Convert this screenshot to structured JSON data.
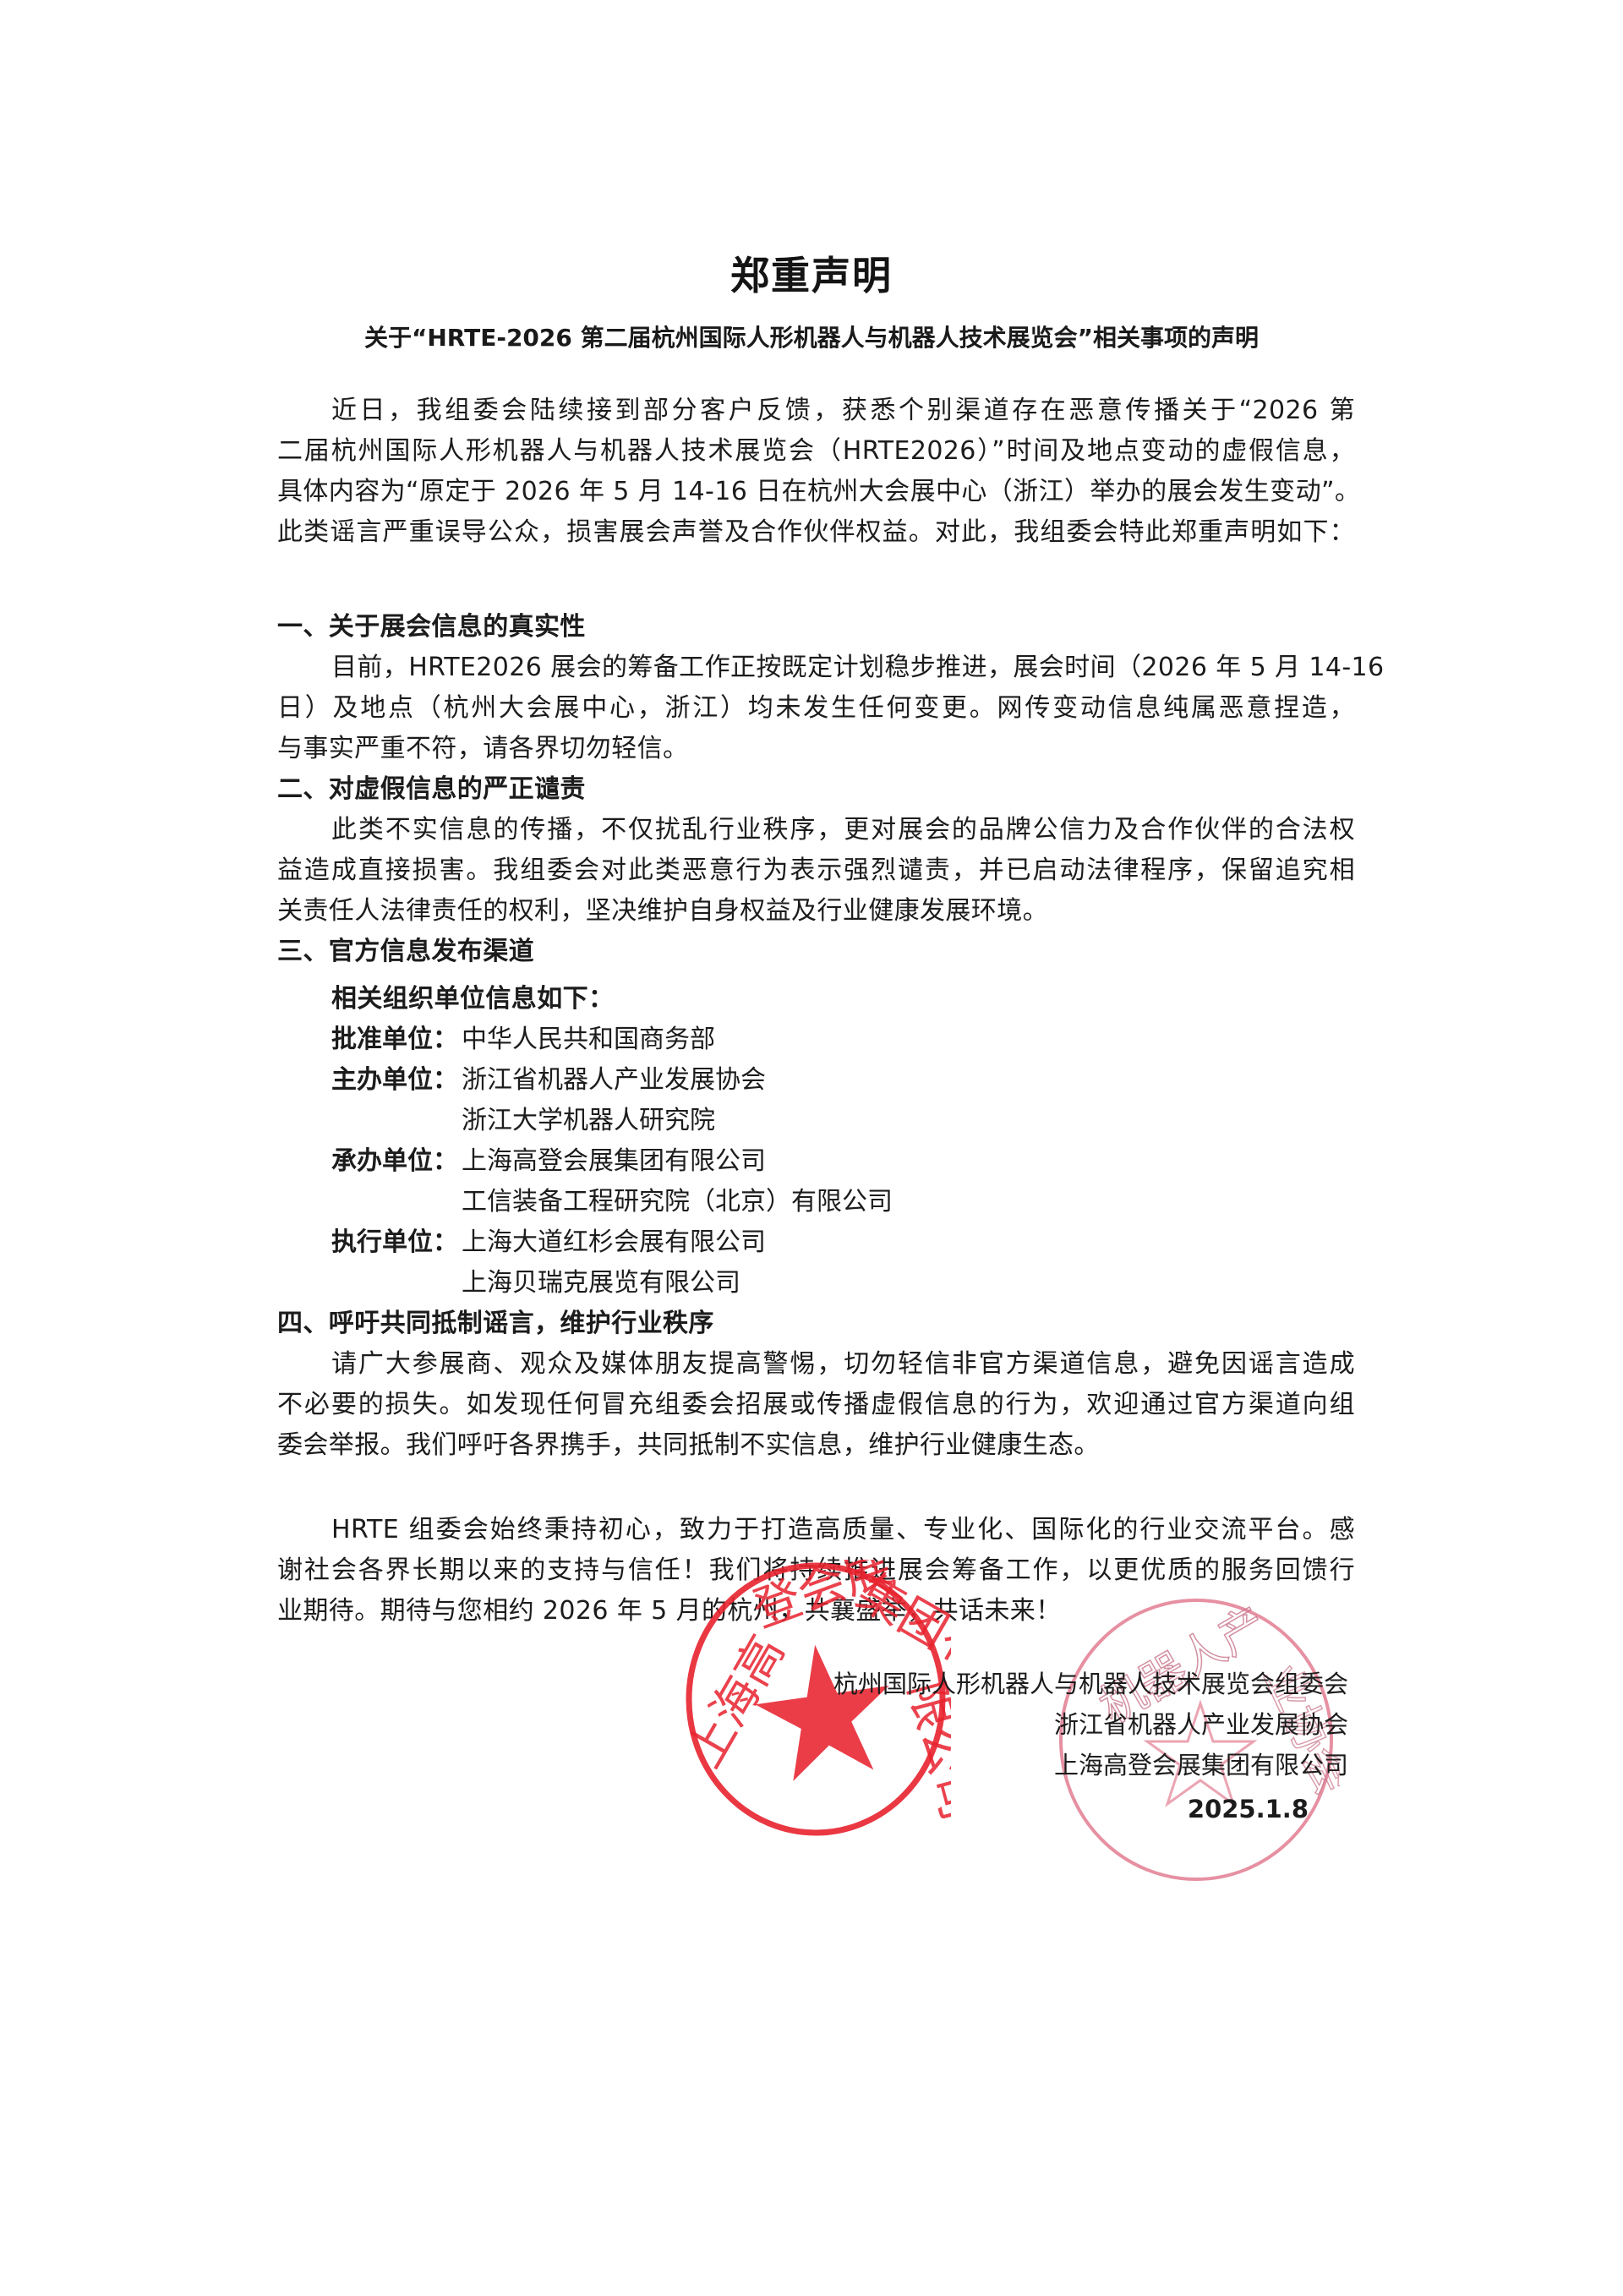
{
  "document": {
    "title": "郑重声明",
    "subtitle": "关于“HRTE-2026 第二届杭州国际人形机器人与机器人技术展览会”相关事项的声明",
    "intro": {
      "lines": [
        "近日，我组委会陆续接到部分客户反馈，获悉个别渠道存在恶意传播关于“2026 第",
        "二届杭州国际人形机器人与机器人技术展览会（HRTE2026）”时间及地点变动的虚假信息，",
        "具体内容为“原定于 2026 年 5 月 14-16 日在杭州大会展中心（浙江）举办的展会发生变动”。",
        "此类谣言严重误导公众，损害展会声誉及合作伙伴权益。对此，我组委会特此郑重声明如下："
      ]
    },
    "sections": [
      {
        "heading": "一、关于展会信息的真实性",
        "lines": [
          "目前，HRTE2026 展会的筹备工作正按既定计划稳步推进，展会时间（2026 年 5 月 14-16",
          "日）及地点（杭州大会展中心，浙江）均未发生任何变更。网传变动信息纯属恶意捏造，",
          "与事实严重不符，请各界切勿轻信。"
        ]
      },
      {
        "heading": "二、对虚假信息的严正谴责",
        "lines": [
          "此类不实信息的传播，不仅扰乱行业秩序，更对展会的品牌公信力及合作伙伴的合法权",
          "益造成直接损害。我组委会对此类恶意行为表示强烈谴责，并已启动法律程序，保留追究相",
          "关责任人法律责任的权利，坚决维护自身权益及行业健康发展环境。"
        ]
      },
      {
        "heading": "三、官方信息发布渠道",
        "intro": "相关组织单位信息如下：",
        "organizations": [
          {
            "label": "批准单位：",
            "values": [
              "中华人民共和国商务部"
            ]
          },
          {
            "label": "主办单位：",
            "values": [
              "浙江省机器人产业发展协会",
              "浙江大学机器人研究院"
            ]
          },
          {
            "label": "承办单位：",
            "values": [
              "上海高登会展集团有限公司",
              "工信装备工程研究院（北京）有限公司"
            ]
          },
          {
            "label": "执行单位：",
            "values": [
              "上海大道红杉会展有限公司",
              "上海贝瑞克展览有限公司"
            ]
          }
        ]
      },
      {
        "heading": "四、呼吁共同抵制谣言，维护行业秩序",
        "lines": [
          "请广大参展商、观众及媒体朋友提高警惕，切勿轻信非官方渠道信息，避免因谣言造成",
          "不必要的损失。如发现任何冒充组委会招展或传播虚假信息的行为，欢迎通过官方渠道向组",
          "委会举报。我们呼吁各界携手，共同抵制不实信息，维护行业健康生态。"
        ]
      }
    ],
    "closing": {
      "lines": [
        "HRTE 组委会始终秉持初心，致力于打造高质量、专业化、国际化的行业交流平台。感",
        "谢社会各界长期以来的支持与信任！我们将持续推进展会筹备工作，以更优质的服务回馈行",
        "业期待。期待与您相约 2026 年 5 月的杭州，共襄盛举，共话未来！"
      ]
    },
    "signature": {
      "orgs": [
        "杭州国际人形机器人与机器人技术展览会组委会",
        "浙江省机器人产业发展协会",
        "上海高登会展集团有限公司"
      ],
      "date": "2025.1.8"
    },
    "stamps": [
      {
        "name": "上海高登会展集团有限公司",
        "color": "#e8222f"
      },
      {
        "name": "浙江省机器人产业发展协会",
        "color": "#e27d92"
      }
    ]
  }
}
